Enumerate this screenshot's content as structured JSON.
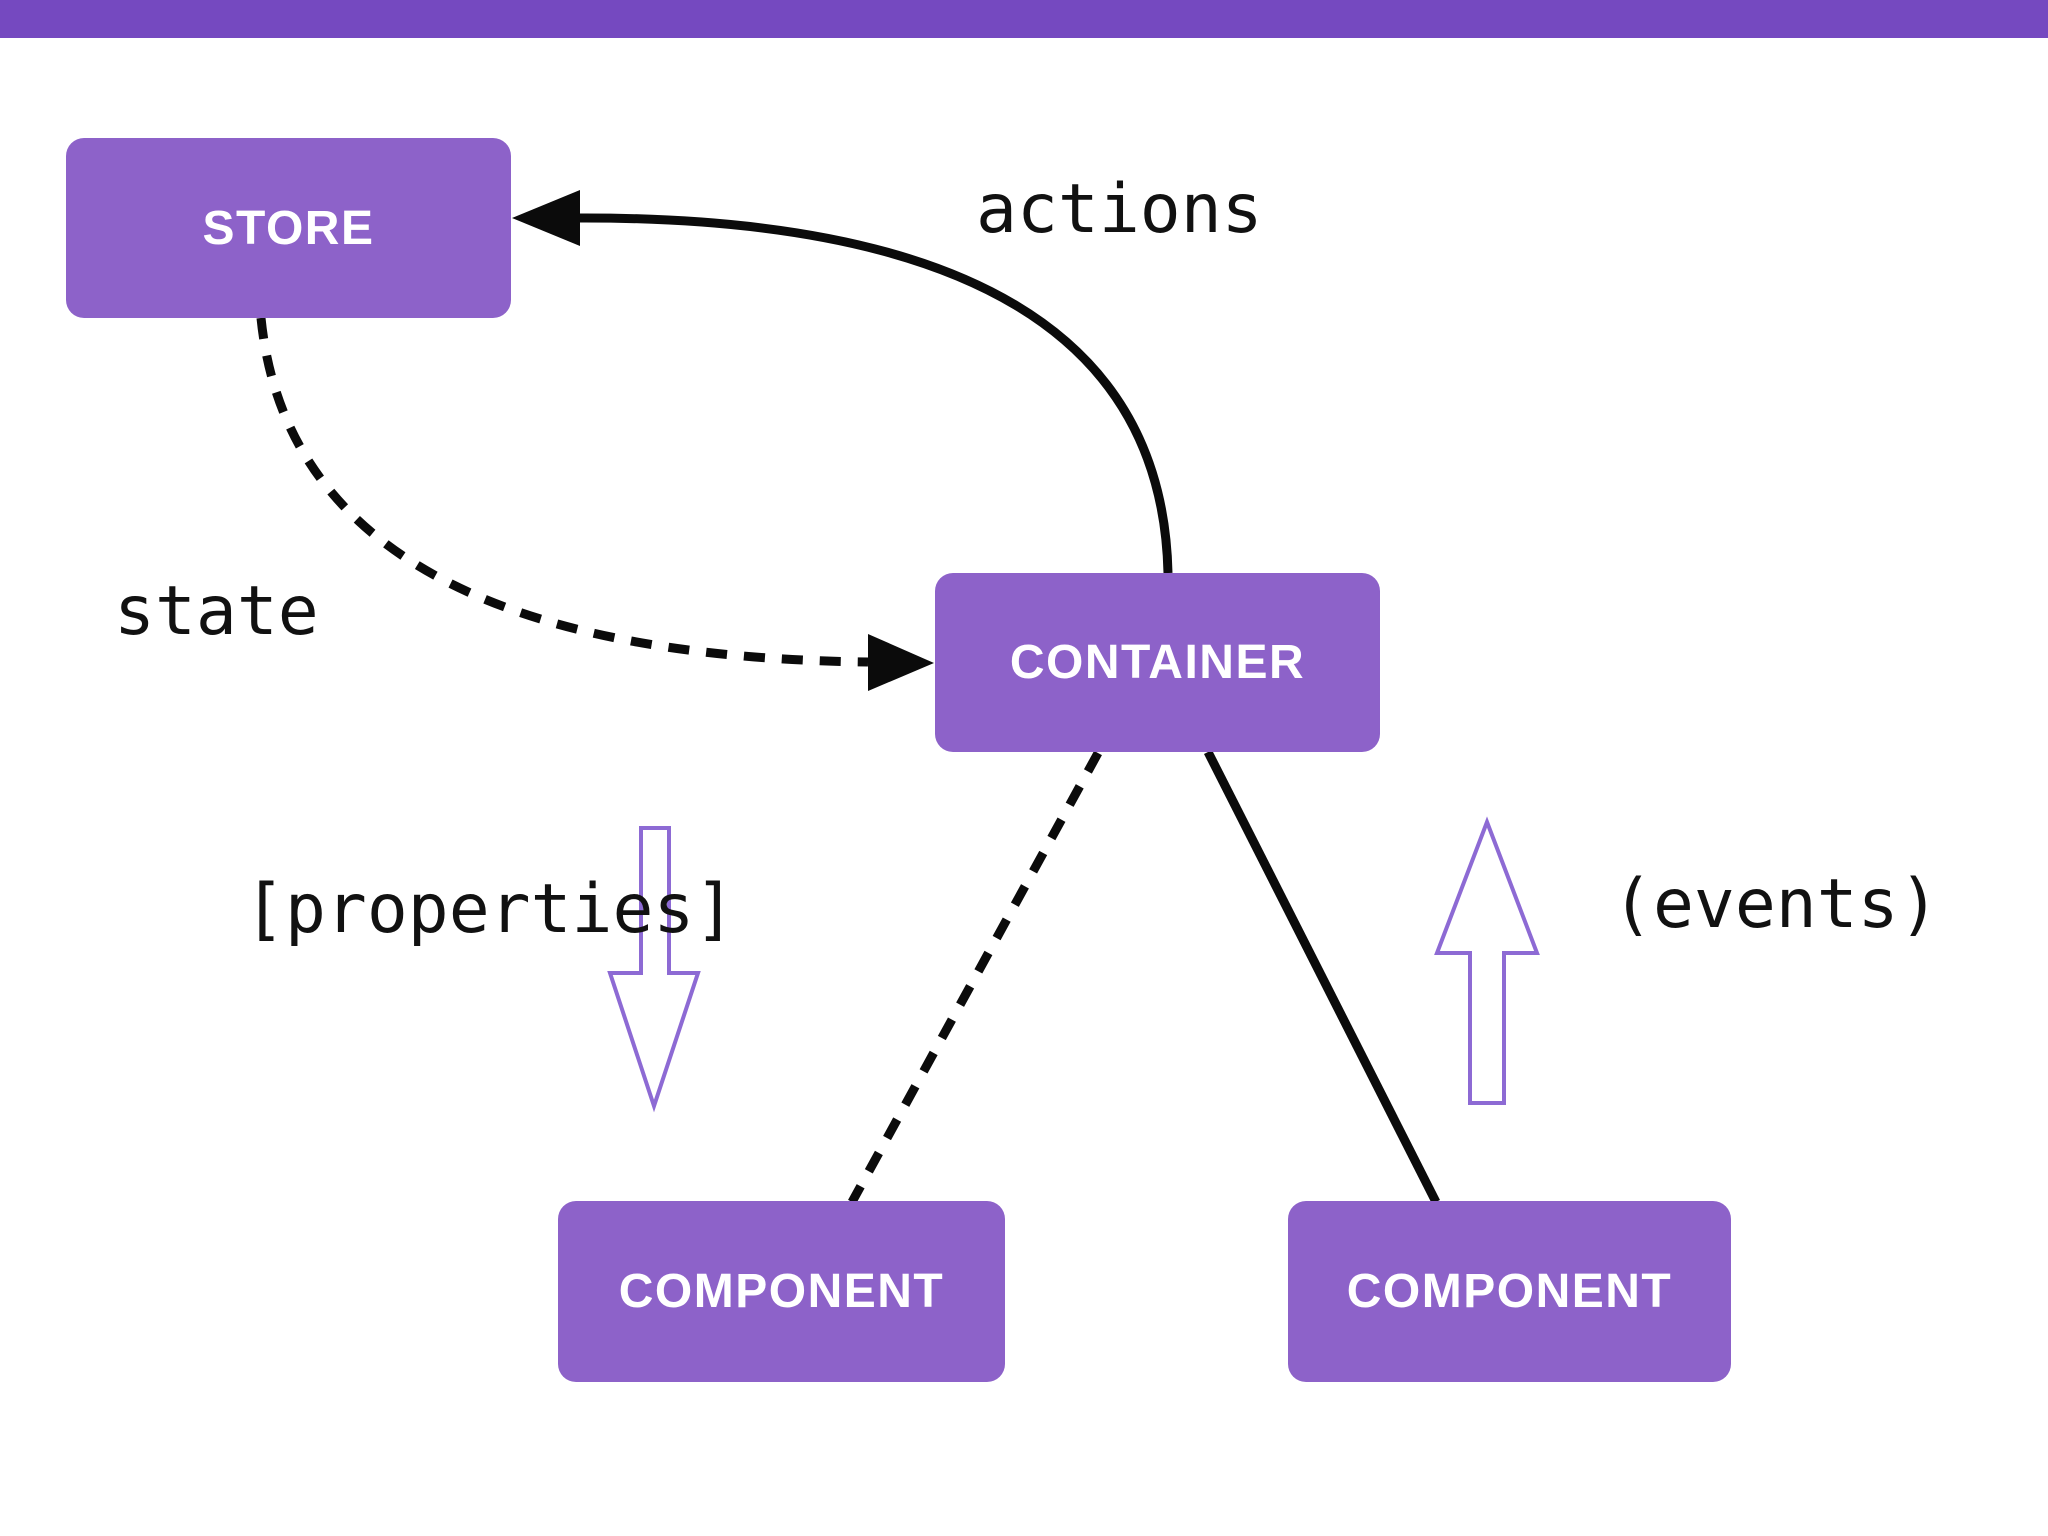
{
  "colors": {
    "background": "#ffffff",
    "top-bar": "#7549c0",
    "box-fill": "#8d62c9",
    "box-text": "#ffffff",
    "line": "#0b0b0b",
    "label-text": "#111111",
    "arrow-outline": "#8d6ad4"
  },
  "diagram": {
    "store": {
      "label": "STORE"
    },
    "container": {
      "label": "CONTAINER"
    },
    "component_left": {
      "label": "COMPONENT"
    },
    "component_right": {
      "label": "COMPONENT"
    },
    "edge_labels": {
      "actions": "actions",
      "state": "state",
      "properties": "[properties]",
      "events": "(events)"
    }
  }
}
